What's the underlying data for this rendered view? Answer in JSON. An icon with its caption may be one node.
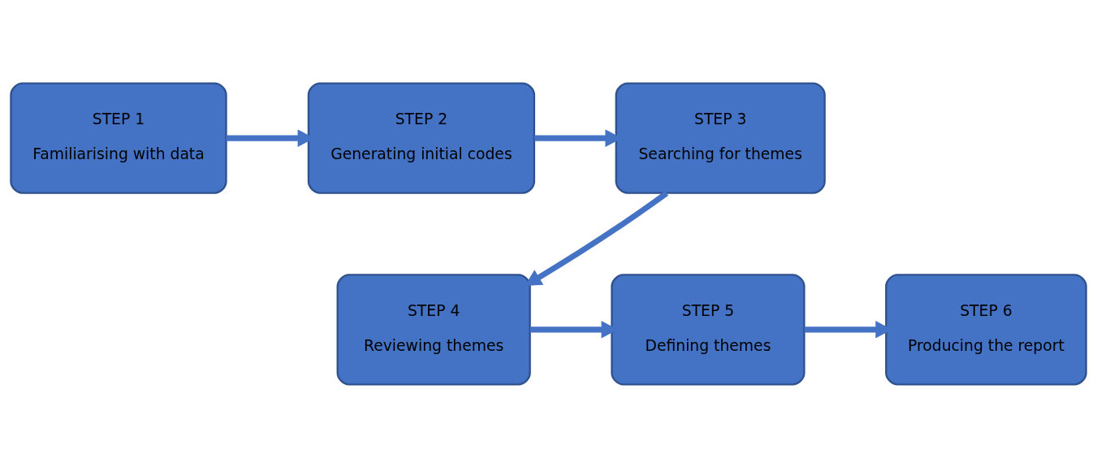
{
  "diagram": {
    "nodes": [
      {
        "text": [
          "STEP 1",
          "Familiarising with data"
        ]
      },
      {
        "text": [
          "STEP 2",
          "Generating initial codes"
        ]
      },
      {
        "text": [
          "STEP 3",
          "Searching for themes"
        ]
      },
      {
        "text": [
          "STEP 4",
          "Reviewing themes"
        ]
      },
      {
        "text": [
          "STEP 5",
          "Defining themes"
        ]
      },
      {
        "text": [
          "STEP 6",
          "Producing the report"
        ]
      }
    ],
    "edges": [
      {
        "from": 0,
        "to": 1,
        "arrow": "to"
      },
      {
        "from": 1,
        "to": 2,
        "arrow": "to"
      },
      {
        "from": 2,
        "to": 3,
        "arrow": "to"
      },
      {
        "from": 3,
        "to": 4,
        "arrow": "to"
      },
      {
        "from": 4,
        "to": 5,
        "arrow": "to"
      }
    ]
  }
}
